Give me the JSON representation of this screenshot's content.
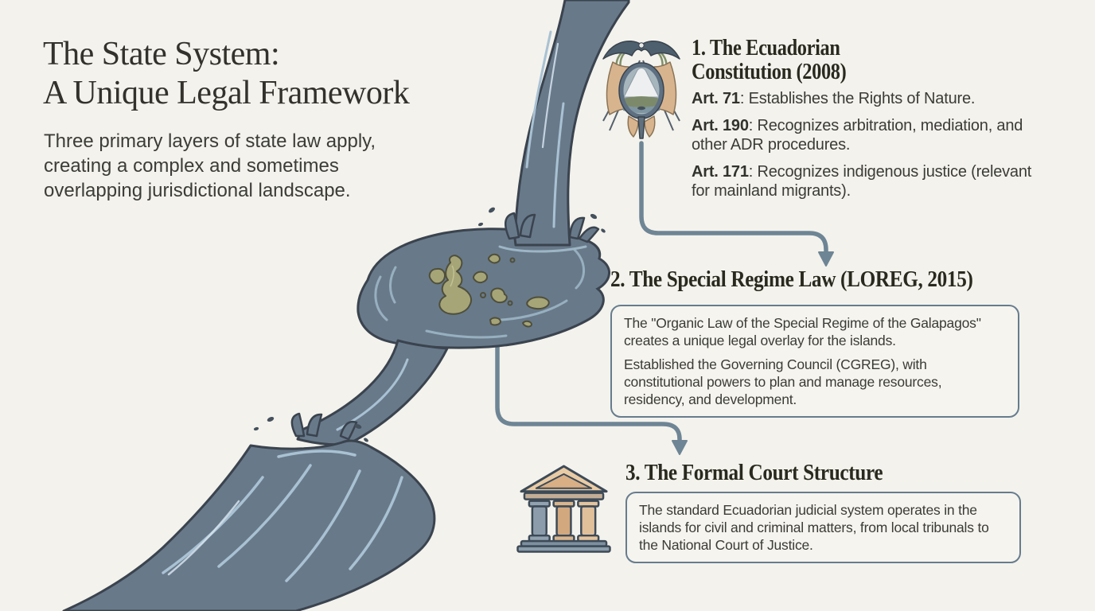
{
  "page": {
    "background": "#f3f2ec",
    "title_lines": [
      "The State System:",
      "A Unique Legal Framework"
    ],
    "subtitle_lines": [
      "Three primary layers of state law apply,",
      "creating a complex and sometimes",
      "overlapping jurisdictional landscape."
    ]
  },
  "colors": {
    "background": "#f3f2ec",
    "water_fill": "#68798a",
    "water_outline": "#3a434e",
    "water_highlight": "#a9c2d3",
    "island_fill": "#a6a578",
    "island_outline": "#4f4f3a",
    "arrow": "#6e8595",
    "box_border": "#667c8e",
    "heading_text": "#29291f",
    "body_text": "#3b3b37",
    "flag_tan": "#d8b48e",
    "column_tan": "#e2c29c"
  },
  "icons": {
    "section1": "ecuador-coat-of-arms",
    "section3": "courthouse-columns"
  },
  "sections": [
    {
      "number": "1",
      "heading_lines": [
        "1. The Ecuadorian",
        "Constitution (2008)"
      ],
      "items": [
        {
          "label": "Art. 71",
          "text": ": Establishes the Rights of Nature."
        },
        {
          "label": "Art. 190",
          "text": ": Recognizes arbitration, mediation, and other ADR procedures."
        },
        {
          "label": "Art. 171",
          "text": ": Recognizes indigenous justice (relevant for mainland migrants)."
        }
      ]
    },
    {
      "number": "2",
      "heading": "2. The Special Regime Law (LOREG, 2015)",
      "paragraphs": [
        "The \"Organic Law of the Special Regime of the Galapagos\" creates a unique legal overlay for the islands.",
        "Established the Governing Council (CGREG), with constitutional powers to plan and manage resources, residency, and development."
      ]
    },
    {
      "number": "3",
      "heading": "3. The Formal Court Structure",
      "paragraphs": [
        "The standard Ecuadorian judicial system operates in the islands for civil and criminal matters, from local tribunals to the National Court of Justice."
      ]
    }
  ]
}
